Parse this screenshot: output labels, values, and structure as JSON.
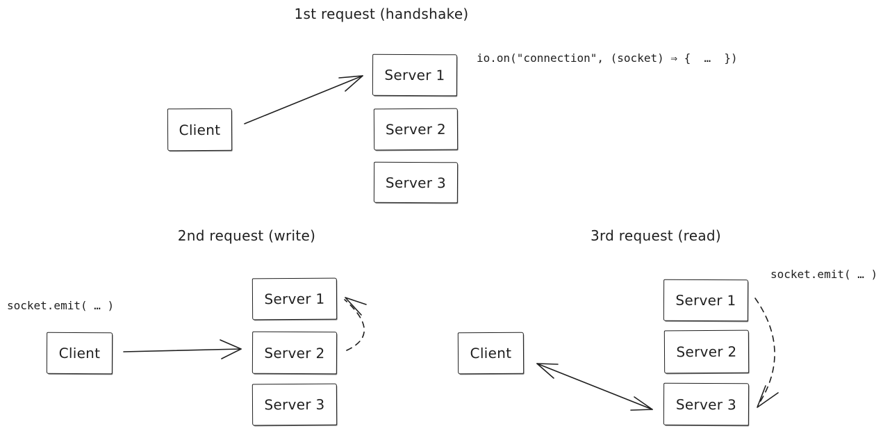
{
  "diagram": {
    "background": "#ffffff",
    "stroke_color": "#1e1e1e",
    "sections": {
      "handshake": {
        "title": "1st request (handshake)",
        "annotation": "io.on(\"connection\", (socket) ⇒ {  …  })",
        "client": "Client",
        "servers": [
          "Server 1",
          "Server 2",
          "Server 3"
        ]
      },
      "write": {
        "title": "2nd request (write)",
        "annotation": "socket.emit( … )",
        "client": "Client",
        "servers": [
          "Server 1",
          "Server 2",
          "Server 3"
        ]
      },
      "read": {
        "title": "3rd request (read)",
        "annotation": "socket.emit( … )",
        "client": "Client",
        "servers": [
          "Server 1",
          "Server 2",
          "Server 3"
        ]
      }
    }
  }
}
